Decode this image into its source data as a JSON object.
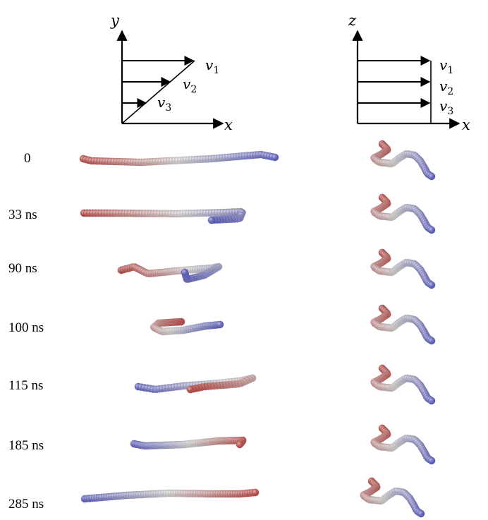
{
  "panels": {
    "left": {
      "axis_y": "y",
      "axis_x": "x",
      "v1_base": "v",
      "v1_sub": "1",
      "v2_base": "v",
      "v2_sub": "2",
      "v3_base": "v",
      "v3_sub": "3"
    },
    "right": {
      "axis_z": "z",
      "axis_x": "x",
      "v1_base": "v",
      "v1_sub": "1",
      "v2_base": "v",
      "v2_sub": "2",
      "v3_base": "v",
      "v3_sub": "3"
    }
  },
  "time_labels": [
    "0",
    "33 ns",
    "90 ns",
    "100 ns",
    "115 ns",
    "185 ns",
    "285 ns"
  ],
  "colors": {
    "red": "#d9534f",
    "white": "#f4f1f1",
    "blue": "#6b6fe0"
  }
}
